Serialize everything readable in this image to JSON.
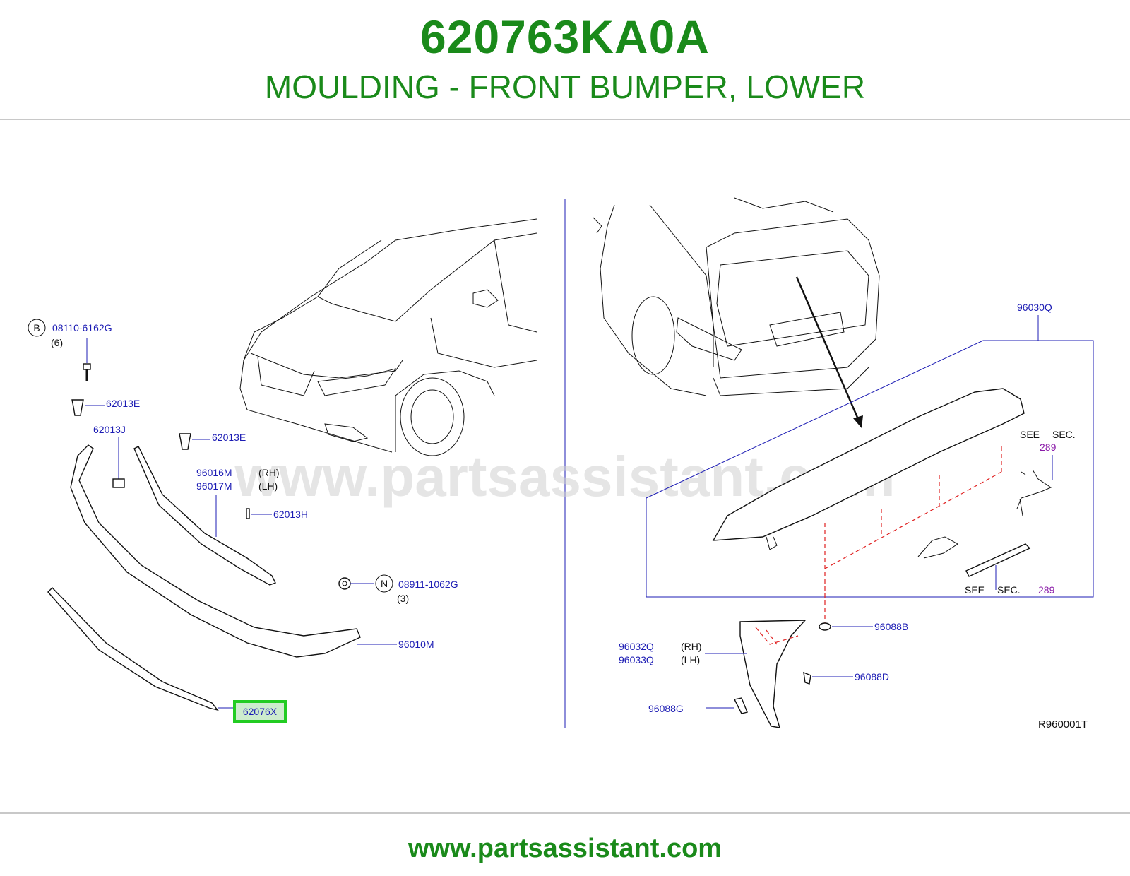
{
  "header": {
    "part_number": "620763KA0A",
    "description": "MOULDING - FRONT BUMPER, LOWER"
  },
  "footer": {
    "site": "www.partsassistant.com"
  },
  "watermark": "www.partsassistant.com",
  "diagram": {
    "ref_code": "R960001T",
    "left_labels": {
      "bolt_circle": "B",
      "bolt_part": "08110-6162G",
      "bolt_qty": "(6)",
      "clip_e1": "62013E",
      "clip_j": "62013J",
      "clip_e2": "62013E",
      "mould_rh": "96016M",
      "mould_rh_side": "(RH)",
      "mould_lh": "96017M",
      "mould_lh_side": "(LH)",
      "clip_h": "62013H",
      "nut_circle": "N",
      "nut_part": "08911-1062G",
      "nut_qty": "(3)",
      "spoiler": "96010M",
      "highlighted": "62076X"
    },
    "right_labels": {
      "spoiler_assy": "96030Q",
      "see_sec_1": "SEE",
      "sec_1": "SEC.",
      "sec_num_1": "289",
      "see_sec_2": "SEE",
      "sec_2": "SEC.",
      "sec_num_2": "289",
      "grommet": "96088B",
      "cover_rh": "96032Q",
      "cover_rh_side": "(RH)",
      "cover_lh": "96033Q",
      "cover_lh_side": "(LH)",
      "screw": "96088D",
      "seal": "96088G"
    },
    "colors": {
      "title": "#1a8a1a",
      "label": "#1c1cb4",
      "highlight": "#22cc22",
      "dashed": "#e02020",
      "sec_ref": "#8a1aa8"
    }
  }
}
